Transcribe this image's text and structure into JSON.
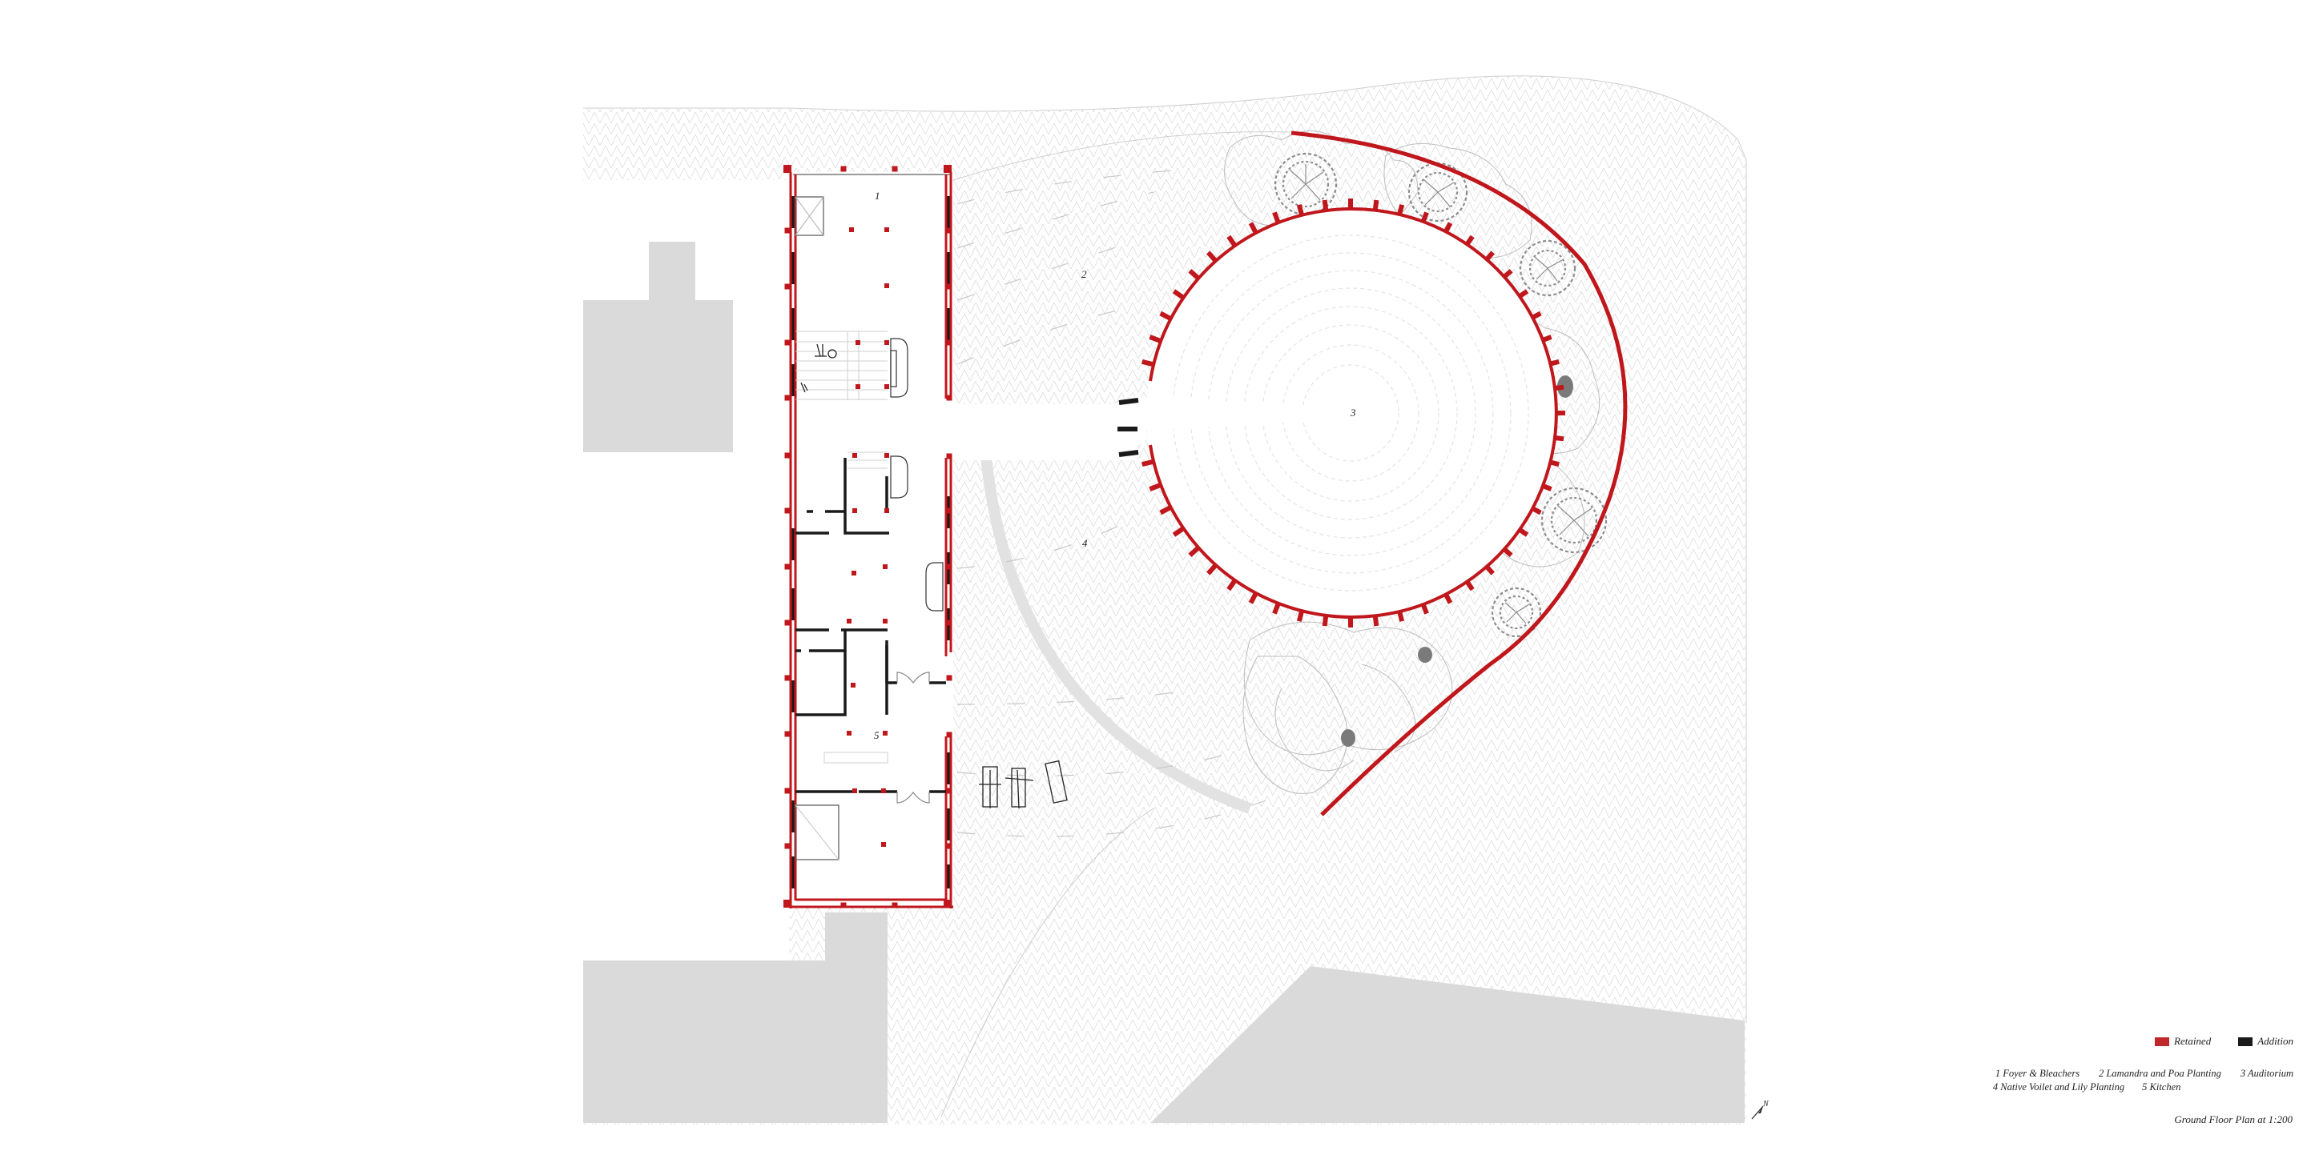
{
  "drawing": {
    "title": "Ground Floor Plan at 1:200",
    "scale": "1:200",
    "north_arrow_label": "N"
  },
  "colors": {
    "retained": "#c0171c",
    "addition": "#1a1a1a",
    "context_building": "#dadada",
    "paving_hatch": "#d6d6d6",
    "vegetation": "#8c8c8c",
    "background": "#ffffff"
  },
  "legend": {
    "keys": [
      {
        "label": "Retained",
        "color": "#c0282c"
      },
      {
        "label": "Addition",
        "color": "#1a1a1a"
      }
    ],
    "zones": [
      {
        "number": "1",
        "label": "1 Foyer & Bleachers"
      },
      {
        "number": "2",
        "label": "2 Lamandra and Poa Planting"
      },
      {
        "number": "3",
        "label": "3 Auditorium"
      },
      {
        "number": "4",
        "label": "4 Native Voilet and Lily Planting"
      },
      {
        "number": "5",
        "label": "5 Kitchen"
      }
    ]
  },
  "plan_labels": {
    "zone1": "1",
    "zone2": "2",
    "zone3": "3",
    "zone4": "4",
    "zone5": "5"
  }
}
